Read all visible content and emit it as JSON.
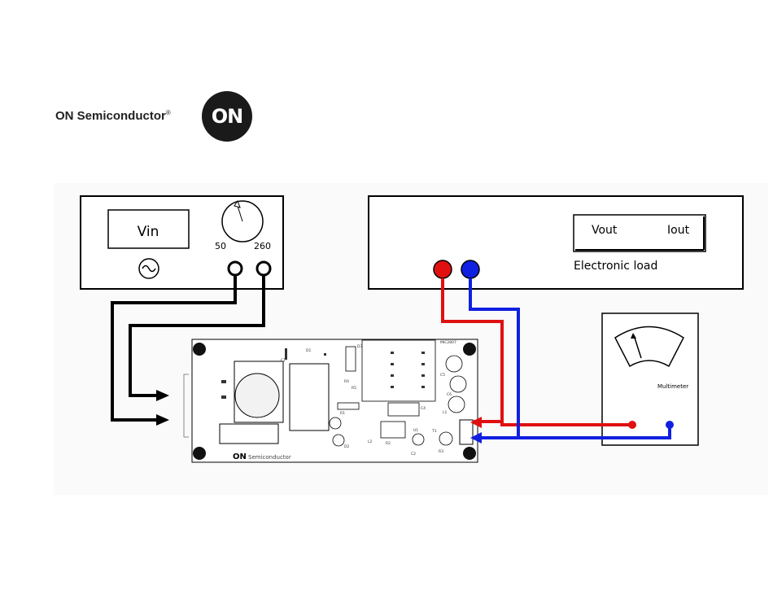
{
  "logo": {
    "brand_text": "ON Semiconductor",
    "registered_mark": "®",
    "badge_text": "ON"
  },
  "power_supply": {
    "display_label": "Vin",
    "dial_min": "50",
    "dial_max": "260"
  },
  "electronic_load": {
    "display_vout": "Vout",
    "display_iout": "Iout",
    "name": "Electronic load"
  },
  "multimeter": {
    "name": "Multimeter"
  },
  "board": {
    "logo_text": "ON",
    "silkscreen_text": "Semiconductor",
    "labels": [
      "MIC2807",
      "C5",
      "C6",
      "L1",
      "D1",
      "D3",
      "R4",
      "R5",
      "C4",
      "U1",
      "T1",
      "D2",
      "R1",
      "C1",
      "L2",
      "R2",
      "C2",
      "R3"
    ]
  },
  "colors": {
    "wire_positive": "#e01010",
    "wire_negative": "#1020e0",
    "wire_ac": "#000000",
    "panel_border": "#000000"
  }
}
